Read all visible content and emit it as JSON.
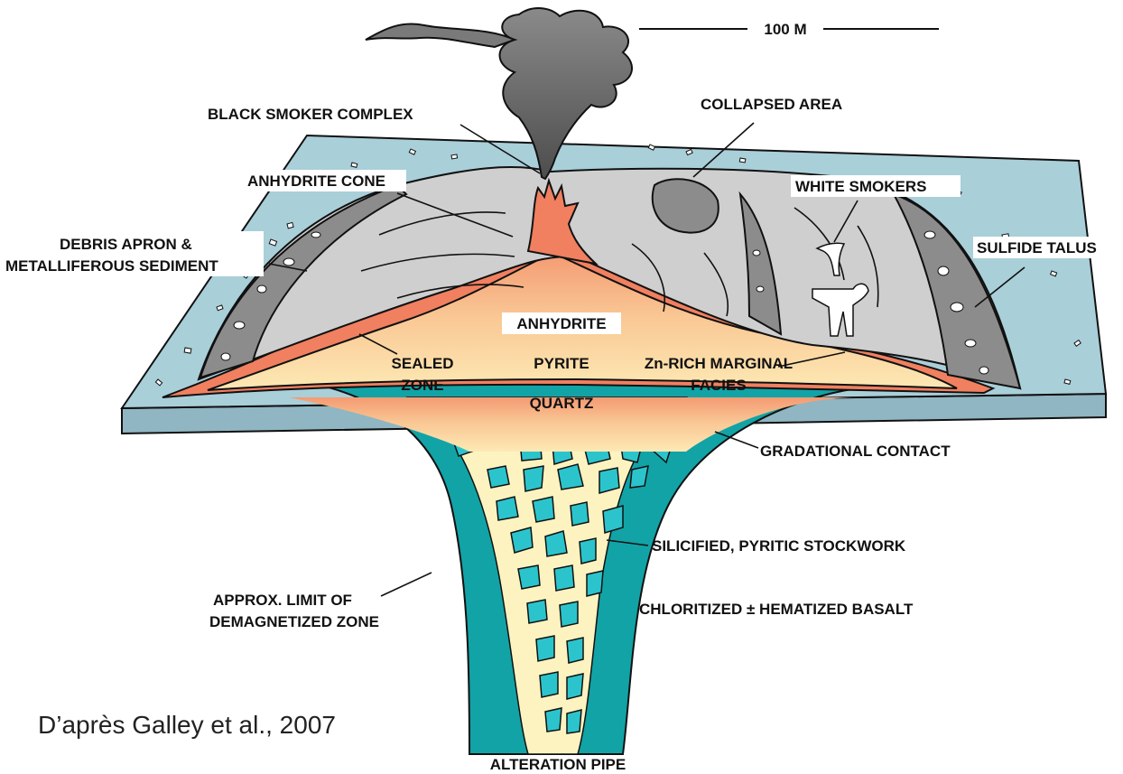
{
  "scale_bar": {
    "label": "100 M"
  },
  "labels": {
    "black_smoker_complex": "BLACK SMOKER COMPLEX",
    "collapsed_area": "COLLAPSED AREA",
    "anhydrite_cone": "ANHYDRITE CONE",
    "white_smokers": "WHITE SMOKERS",
    "debris_apron_1": "DEBRIS APRON &",
    "debris_apron_2": "METALLIFEROUS SEDIMENT",
    "sulfide_talus": "SULFIDE TALUS",
    "anhydrite": "ANHYDRITE",
    "pyrite": "PYRITE",
    "quartz": "QUARTZ",
    "sealed_zone_1": "SEALED",
    "sealed_zone_2": "ZONE",
    "zn_rich_1": "Zn-RICH MARGINAL",
    "zn_rich_2": "FACIES",
    "gradational_contact": "GRADATIONAL CONTACT",
    "silicified_stockwork": "SILICIFIED, PYRITIC STOCKWORK",
    "approx_limit_1": "APPROX. LIMIT OF",
    "approx_limit_2": "DEMAGNETIZED ZONE",
    "chloritized_basalt": "CHLORITIZED ± HEMATIZED BASALT",
    "alteration_pipe": "ALTERATION PIPE"
  },
  "source": "D’après Galley et al., 2007",
  "colors": {
    "seafloor": "#a9cfd9",
    "seafloor_edge": "#8fb6c2",
    "mound_grey": "#cfcfcf",
    "talus_grey": "#8c8c8c",
    "smoke": "#6a6a6a",
    "sealed_zone": "#f08060",
    "core_top": "#f6a57c",
    "core_bottom": "#fde9b4",
    "pipe_fill": "#fdf3c0",
    "basalt": "#12a3a6",
    "stockwork_clast": "#2cc4cc"
  }
}
